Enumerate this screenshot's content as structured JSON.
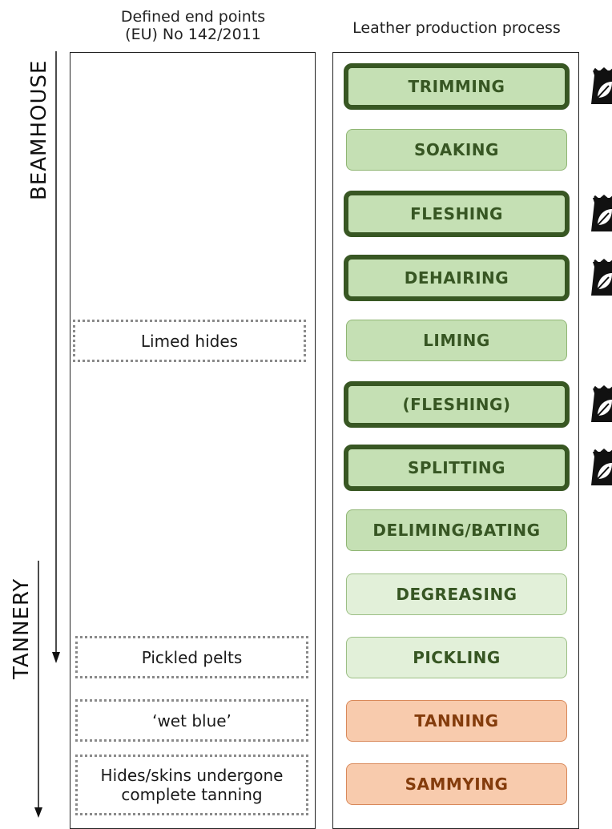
{
  "headers": {
    "left_line1": "Defined end points",
    "left_line2": "(EU) No 142/2011",
    "right": "Leather production process"
  },
  "phases": {
    "beamhouse": "BEAMHOUSE",
    "tannery": "TANNERY"
  },
  "steps": [
    {
      "label": "TRIMMING",
      "style": "green-bold",
      "icon": "organic-waste-bag-icon"
    },
    {
      "label": "SOAKING",
      "style": "green"
    },
    {
      "label": "FLESHING",
      "style": "green-bold",
      "icon": "organic-waste-bag-icon"
    },
    {
      "label": "DEHAIRING",
      "style": "green-bold",
      "icon": "organic-waste-bag-icon"
    },
    {
      "label": "LIMING",
      "style": "green"
    },
    {
      "label": "(FLESHING)",
      "style": "green-bold",
      "icon": "organic-waste-bag-icon"
    },
    {
      "label": "SPLITTING",
      "style": "green-bold",
      "icon": "organic-waste-bag-icon"
    },
    {
      "label": "DELIMING/BATING",
      "style": "green"
    },
    {
      "label": "DEGREASING",
      "style": "pale-green"
    },
    {
      "label": "PICKLING",
      "style": "pale-green"
    },
    {
      "label": "TANNING",
      "style": "orange"
    },
    {
      "label": "SAMMYING",
      "style": "orange"
    }
  ],
  "end_points": [
    {
      "label": "Limed hides",
      "at_step": "LIMING"
    },
    {
      "label": "Pickled pelts",
      "at_step": "PICKLING"
    },
    {
      "label": "‘wet blue’",
      "at_step": "TANNING"
    },
    {
      "label_line1": "Hides/skins undergone",
      "label_line2": "complete tanning",
      "at_step": "SAMMYING"
    }
  ],
  "colors": {
    "green_fill": "#c5e0b4",
    "green_text": "#375623",
    "bold_border": "#385723",
    "pale_green_fill": "#e2f0d9",
    "orange_fill": "#f8cbad",
    "orange_text": "#843c0c",
    "dotted_border": "#8a8a8a"
  }
}
